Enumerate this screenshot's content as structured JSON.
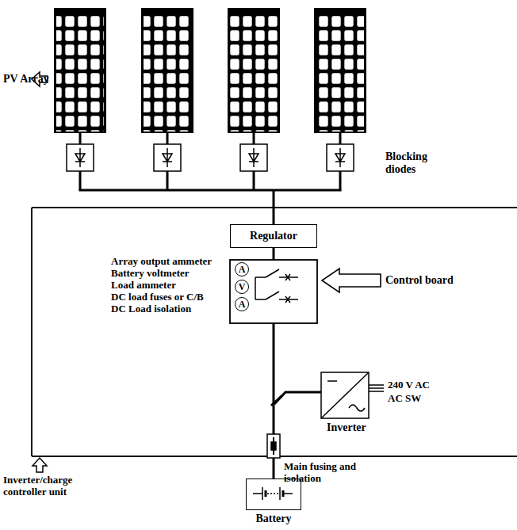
{
  "diagram": {
    "nodes": [
      {
        "text": [
          "Regulator"
        ]
      },
      {
        "text": [
          "A"
        ]
      },
      {
        "text": [
          "V"
        ]
      },
      {
        "text": [
          "A"
        ]
      },
      {
        "text": [
          "Battery"
        ]
      }
    ],
    "edges": [
      {
        "from": 0,
        "to": 4,
        "arrow": "none"
      }
    ],
    "labels": [
      "PV Array",
      "Blocking diodes",
      "Array output ammeter",
      "Battery voltmeter",
      "Load ammeter",
      "DC load fuses or C/B",
      "DC Load isolation",
      "Control board",
      "Inverter",
      "240 V AC",
      "AC SW",
      "Main fusing and isolation",
      "Inverter/charge controller unit"
    ]
  }
}
